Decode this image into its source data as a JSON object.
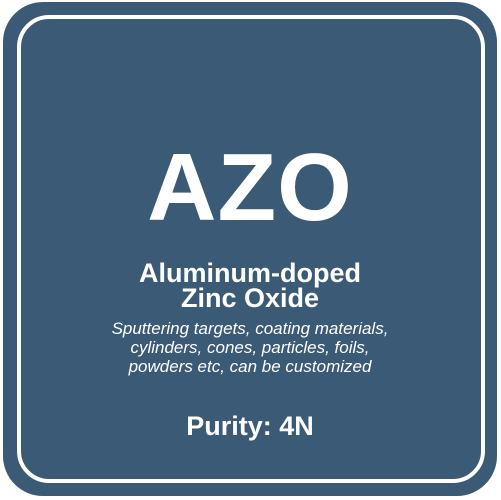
{
  "colors": {
    "tile_background": "#3b5a76",
    "text": "#ffffff",
    "border": "#ffffff"
  },
  "symbol": "AZO",
  "name": {
    "line1": "Aluminum-doped",
    "line2": "Zinc Oxide"
  },
  "description": {
    "line1": "Sputtering targets, coating materials,",
    "line2": "cylinders, cones, particles, foils,",
    "line3": "powders etc, can be customized"
  },
  "purity": "Purity: 4N"
}
